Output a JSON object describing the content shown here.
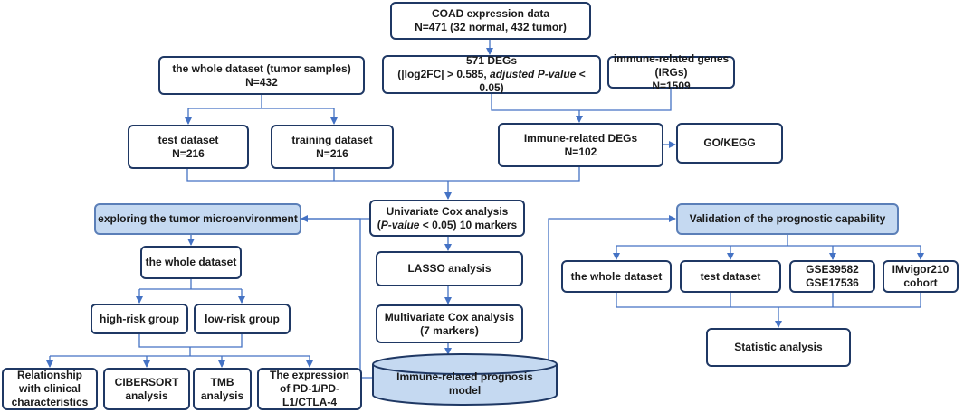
{
  "nodes": {
    "coad": {
      "line1": "COAD expression data",
      "line2": "N=471 (32 normal, 432 tumor)"
    },
    "degs": {
      "line1": "571 DEGs",
      "line2_pre": "(|log2FC| > 0.585, ",
      "line2_em": "adjusted P-value",
      "line2_post": " < 0.05)"
    },
    "irgs": {
      "line1": "immune-related genes (IRGs)",
      "line2": "N=1509"
    },
    "whole_tumor": {
      "line1": "the whole dataset (tumor samples)",
      "line2": "N=432"
    },
    "test": {
      "line1": "test dataset",
      "line2": "N=216"
    },
    "training": {
      "line1": "training dataset",
      "line2": "N=216"
    },
    "immune_degs": {
      "line1": "Immune-related DEGs",
      "line2": "N=102"
    },
    "gokegg": {
      "line1": "GO/KEGG"
    },
    "univariate": {
      "line1": "Univariate Cox analysis",
      "line2_pre": "(",
      "line2_em": "P-value",
      "line2_post": " < 0.05)  10 markers"
    },
    "explore": {
      "line1": "exploring the tumor microenvironment"
    },
    "validation": {
      "line1": "Validation of the prognostic capability"
    },
    "whole_left": {
      "line1": "the whole dataset"
    },
    "high": {
      "line1": "high-risk group"
    },
    "low": {
      "line1": "low-risk group"
    },
    "lasso": {
      "line1": "LASSO analysis"
    },
    "multivariate": {
      "line1": "Multivariate Cox analysis",
      "line2": "(7 markers)"
    },
    "clinical": {
      "line1": "Relationship",
      "line2": "with clinical",
      "line3": "characteristics"
    },
    "cibersort": {
      "line1": "CIBERSORT",
      "line2": "analysis"
    },
    "tmb": {
      "line1": "TMB",
      "line2": "analysis"
    },
    "pd1": {
      "line1": "The expression",
      "line2": "of PD-1/PD-",
      "line3": "L1/CTLA-4"
    },
    "model": {
      "line1": "Immune-related prognosis",
      "line2": "model"
    },
    "whole_right": {
      "line1": "the whole dataset"
    },
    "test_right": {
      "line1": "test dataset"
    },
    "gse": {
      "line1": "GSE39582",
      "line2": "GSE17536"
    },
    "imvigor": {
      "line1": "IMvigor210",
      "line2": "cohort"
    },
    "stat": {
      "line1": "Statistic analysis"
    }
  },
  "colors": {
    "line": "#4472c4",
    "border": "#1f3864",
    "highlight_fill": "#c5d9f1"
  }
}
